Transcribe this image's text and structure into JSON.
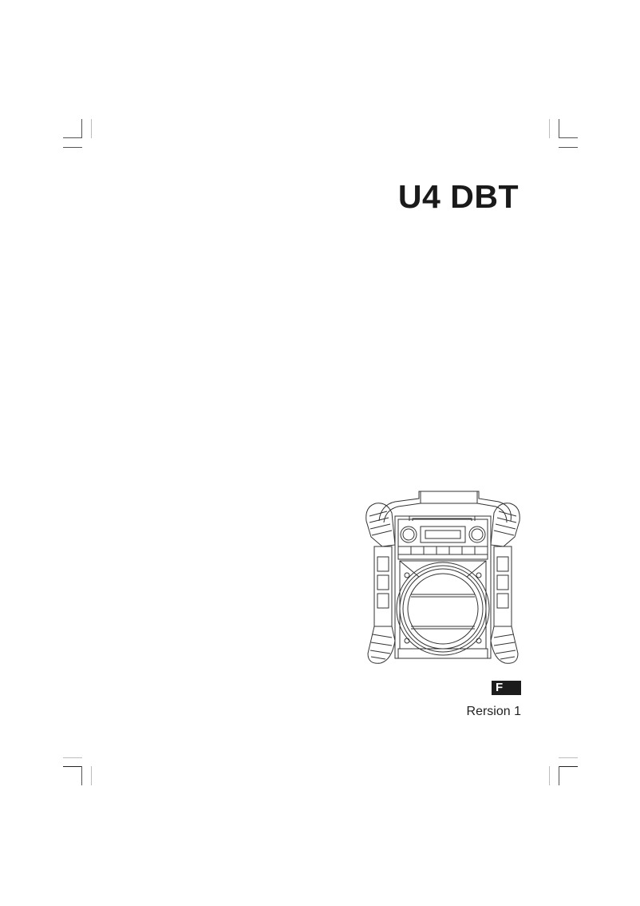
{
  "document": {
    "model_title": "U4 DBT",
    "language_badge": "F",
    "version_label": "Rersion 1"
  },
  "illustration": {
    "subject": "job-site radio front view",
    "icon": "radio-device-icon"
  },
  "colors": {
    "text": "#1a1a1a",
    "badge_background": "#1c1c1c",
    "badge_text": "#ffffff",
    "crop_mark": "#555555",
    "page_background": "#ffffff"
  }
}
